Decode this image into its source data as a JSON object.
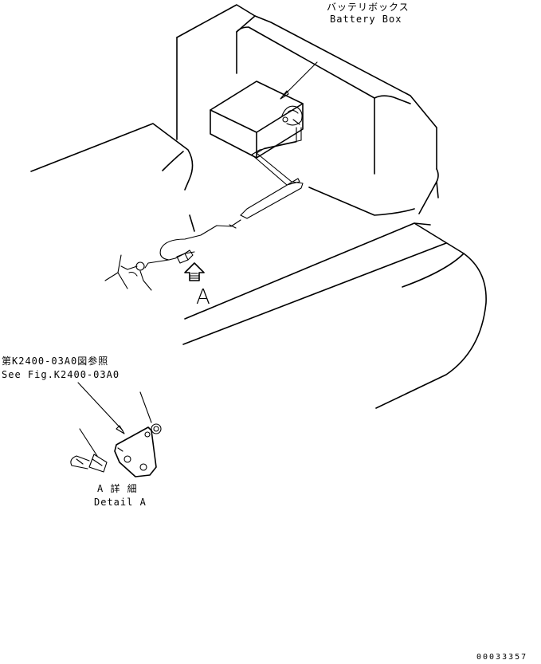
{
  "battery_box": {
    "label_jp": "バッテリボックス",
    "label_en": "Battery Box"
  },
  "view_marker": {
    "letter": "A"
  },
  "reference": {
    "label_jp": "第K2400-03A0図参照",
    "label_en": "See Fig.K2400-03A0"
  },
  "detail": {
    "label_jp": "A 詳 細",
    "label_en": "Detail A"
  },
  "drawing_number": "00033357"
}
